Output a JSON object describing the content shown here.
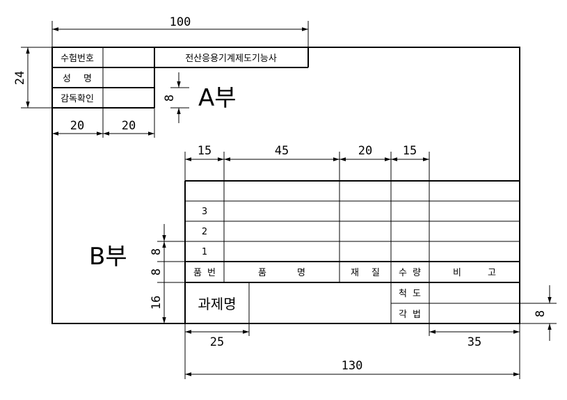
{
  "header_box": {
    "exam_number_label": "수험번호",
    "name_label": "성 명",
    "supervisor_label": "감독확인",
    "title": "전산응용기계제도기능사"
  },
  "sections": {
    "a_label": "A부",
    "b_label": "B부"
  },
  "parts_table": {
    "rows": [
      "",
      "3",
      "2",
      "1"
    ],
    "headers": {
      "part_number": "품 번",
      "part_name": "품 명",
      "material": "재 질",
      "quantity": "수 량",
      "remarks": "비 고"
    },
    "title_block": {
      "task_name": "과제명",
      "scale": "척 도",
      "projection": "각 법"
    }
  },
  "dimensions": {
    "total_width": "100",
    "header_height": "24",
    "col_a": "20",
    "col_b": "20",
    "a_offset": "8",
    "col_15a": "15",
    "col_45": "45",
    "col_20": "20",
    "col_15b": "15",
    "row_8a": "8",
    "row_8b": "8",
    "row_16": "16",
    "bottom_25": "25",
    "bottom_35": "35",
    "bottom_130": "130",
    "right_8": "8"
  }
}
